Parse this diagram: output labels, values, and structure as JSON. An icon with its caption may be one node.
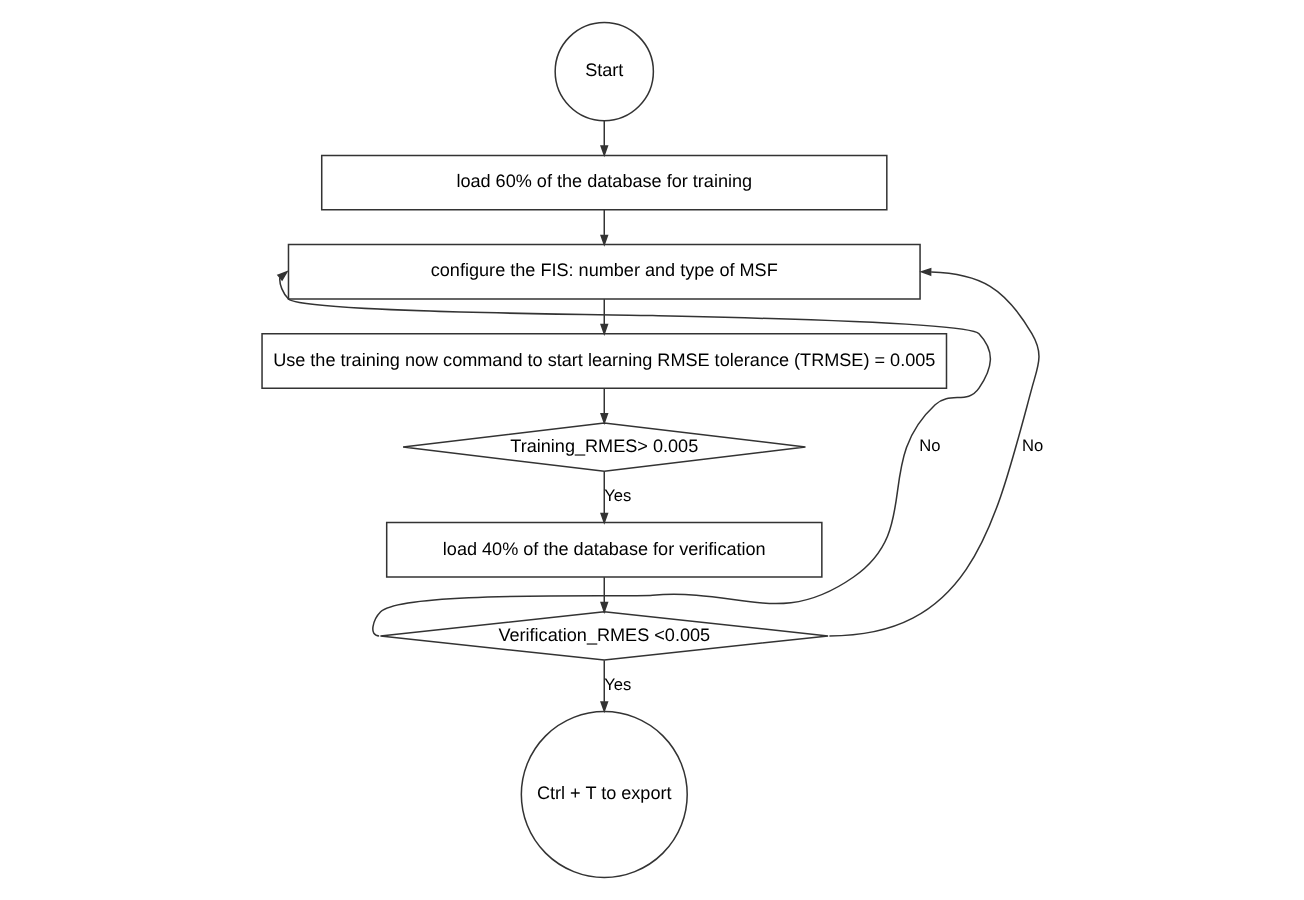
{
  "diagram": {
    "nodes": [
      {
        "text": [
          "Start"
        ]
      },
      {
        "text": [
          "load 60% of the database for training"
        ]
      },
      {
        "text": [
          "configure the FIS: number and type of MSF"
        ]
      },
      {
        "text": [
          "Use the training now command to start learning RMSE tolerance (TRMSE) = 0.005"
        ]
      },
      {
        "text": [
          "Training_RMES> 0.005"
        ]
      },
      {
        "text": [
          "load 40% of the database for verification"
        ]
      },
      {
        "text": [
          "Verification_RMES <0.005"
        ]
      },
      {
        "text": [
          "Ctrl + T to export"
        ]
      }
    ],
    "edges": [
      {
        "from": 0,
        "to": 1,
        "arrow": "to"
      },
      {
        "from": 1,
        "to": 2,
        "arrow": "to"
      },
      {
        "from": 2,
        "to": 3,
        "arrow": "to"
      },
      {
        "from": 3,
        "to": 4,
        "arrow": "to"
      },
      {
        "from": 4,
        "to": 5,
        "arrow": "to",
        "label": "Yes"
      },
      {
        "from": 5,
        "to": 6,
        "arrow": "to"
      },
      {
        "from": 6,
        "to": 7,
        "arrow": "to",
        "label": "Yes"
      },
      {
        "from": 6,
        "to": 2,
        "arrow": "to",
        "label": "No"
      },
      {
        "from": 6,
        "to": 2,
        "arrow": "to",
        "label": "No"
      }
    ]
  }
}
